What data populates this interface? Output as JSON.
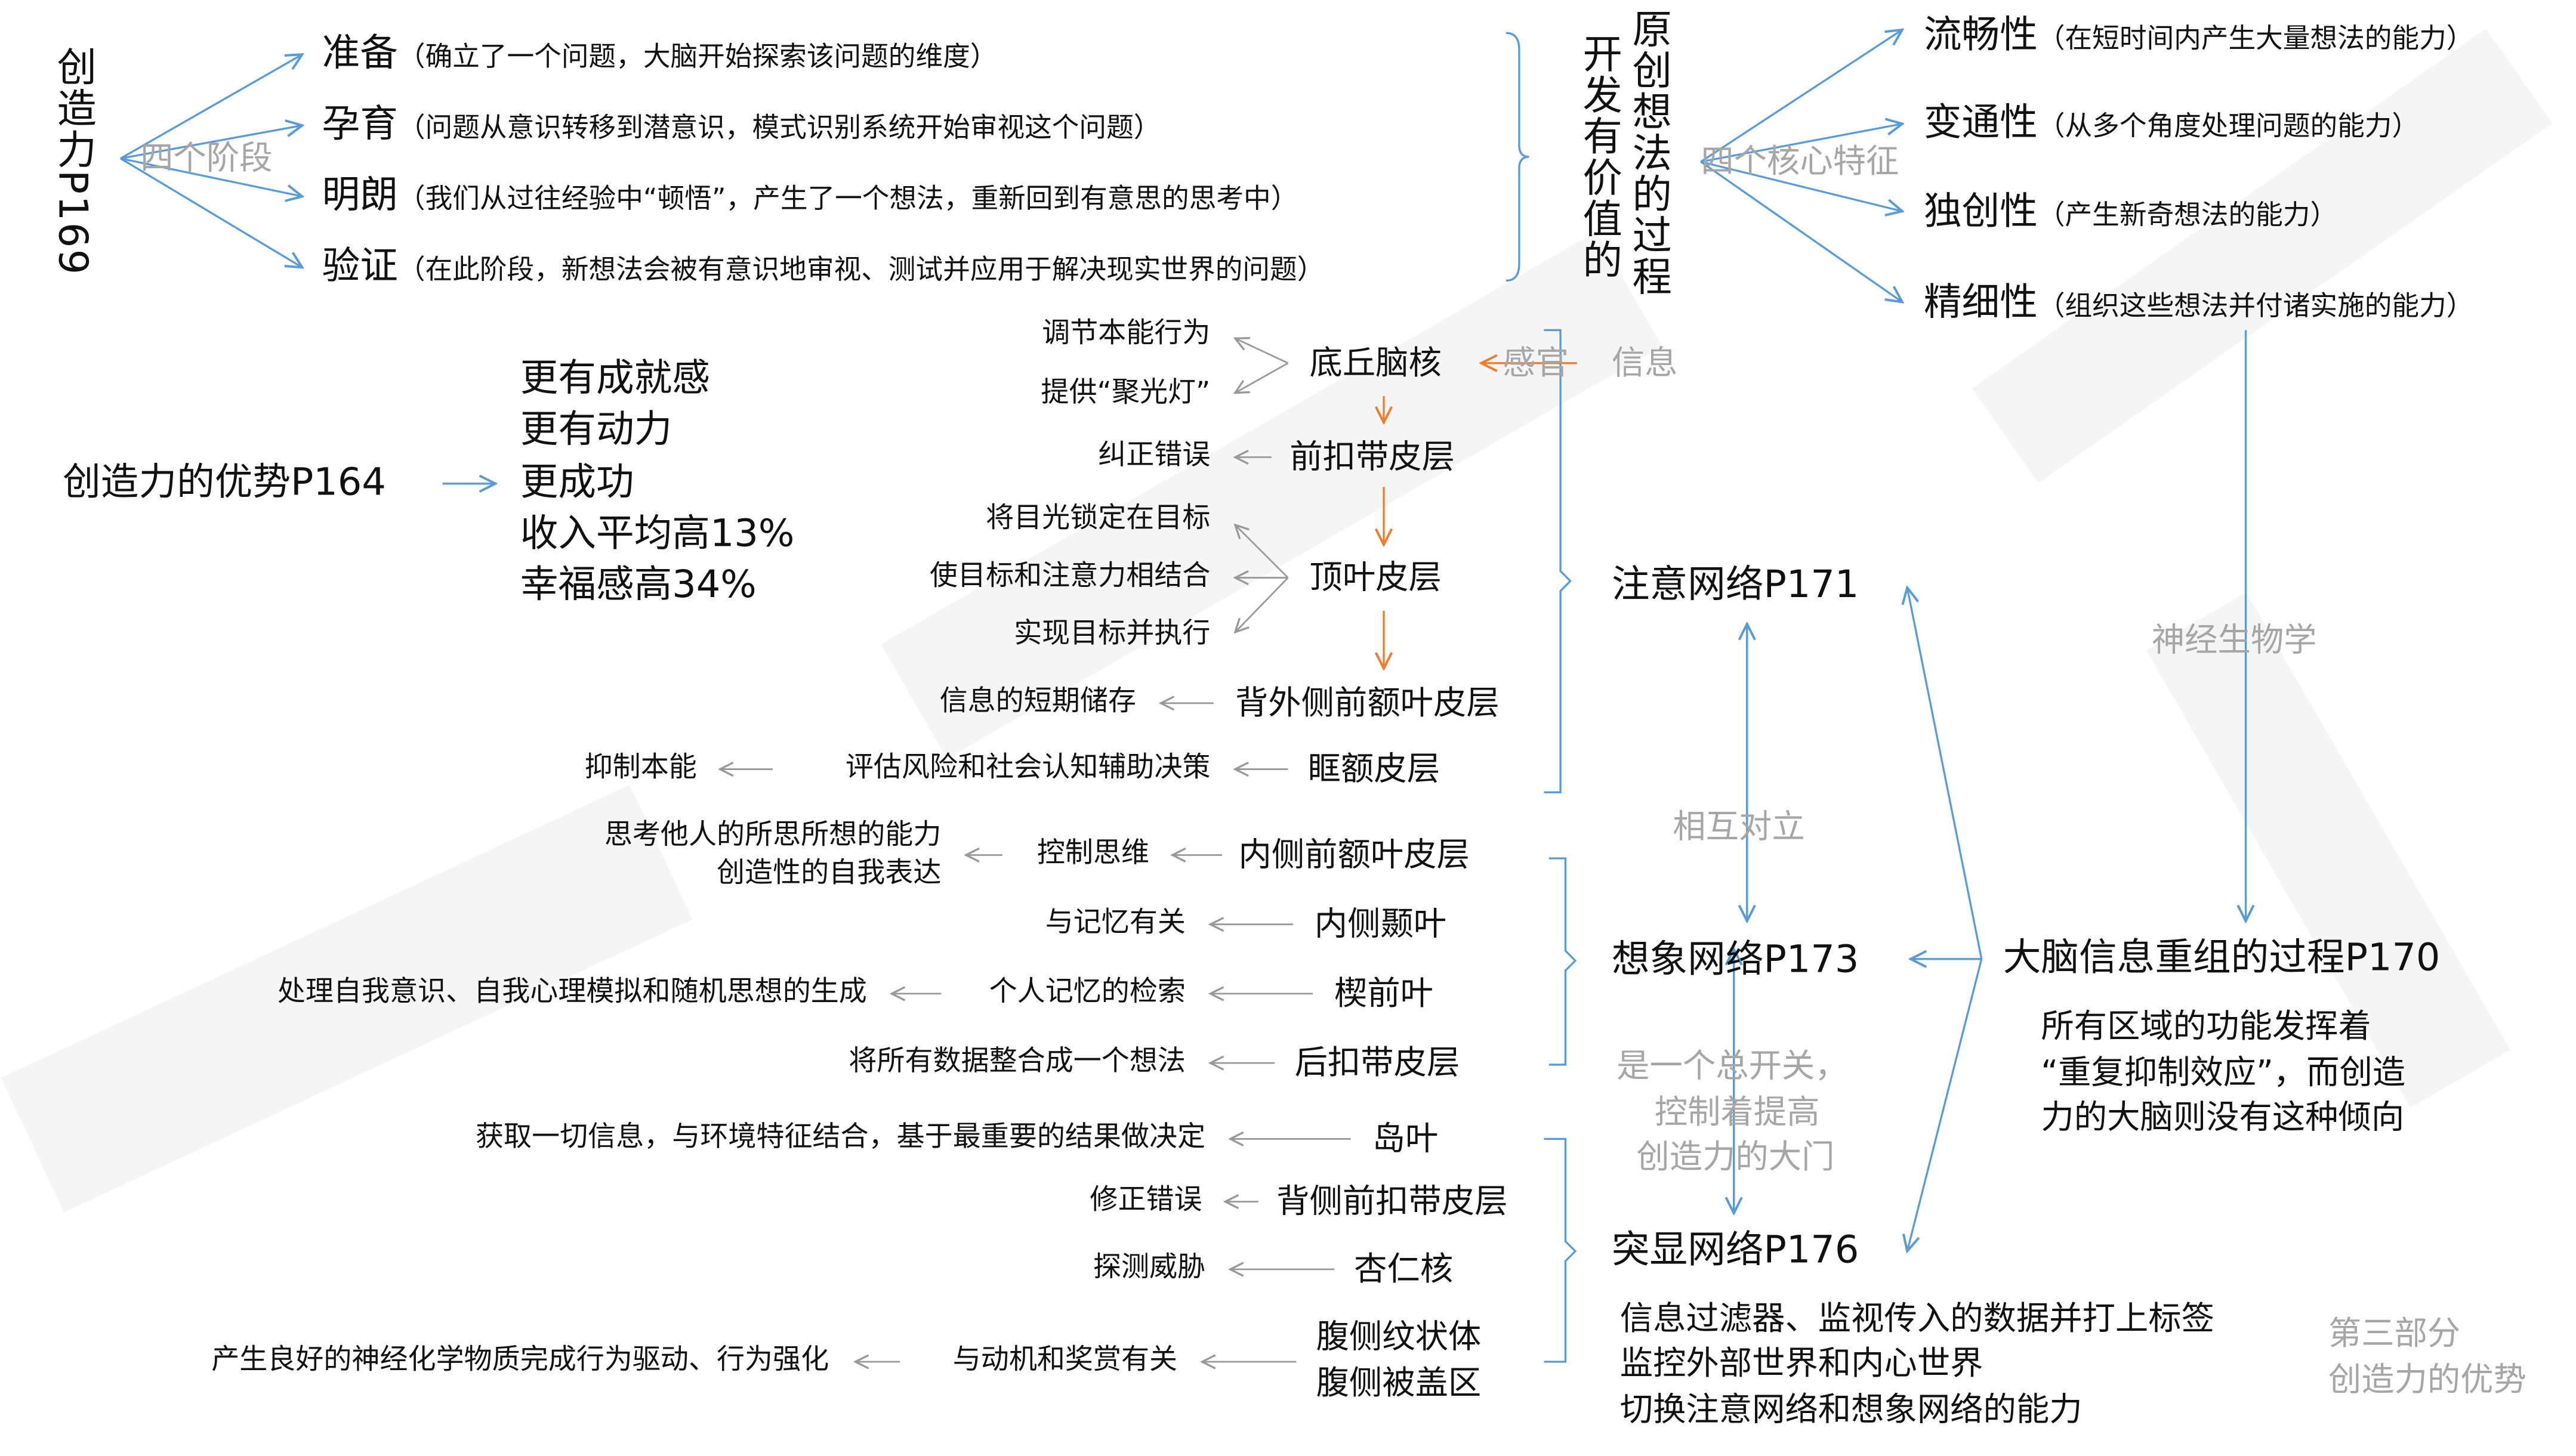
{
  "stages": {
    "root": "创造力P169",
    "label": "四个阶段",
    "items": [
      {
        "name": "准备",
        "desc": "（确立了一个问题，大脑开始探索该问题的维度）"
      },
      {
        "name": "孕育",
        "desc": "（问题从意识转移到潜意识，模式识别系统开始审视这个问题）"
      },
      {
        "name": "明朗",
        "desc": "（我们从过往经验中“顿悟”，产生了一个想法，重新回到有意思的思考中）"
      },
      {
        "name": "验证",
        "desc": "（在此阶段，新想法会被有意识地审视、测试并应用于解决现实世界的问题）"
      }
    ]
  },
  "process": {
    "col1": "开发有价值的",
    "col2": "原创想法的过程",
    "label": "四个核心特征"
  },
  "traits": [
    {
      "name": "流畅性",
      "desc": "（在短时间内产生大量想法的能力）"
    },
    {
      "name": "变通性",
      "desc": "（从多个角度处理问题的能力）"
    },
    {
      "name": "独创性",
      "desc": "（产生新奇想法的能力）"
    },
    {
      "name": "精细性",
      "desc": "（组织这些想法并付诸实施的能力）"
    }
  ],
  "advantages": {
    "root": "创造力的优势P164",
    "items": [
      "更有成就感",
      "更有动力",
      "更成功",
      "收入平均高13%",
      "幸福感高34%"
    ]
  },
  "attention": {
    "title": "注意网络P171",
    "sense": "感官",
    "info": "信息",
    "stn": "底丘脑核",
    "stn_fn": [
      "调节本能行为",
      "提供“聚光灯”"
    ],
    "acc": "前扣带皮层",
    "acc_fn": "纠正错误",
    "parietal": "顶叶皮层",
    "parietal_fn": [
      "将目光锁定在目标",
      "使目标和注意力相结合",
      "实现目标并执行"
    ],
    "dlpfc": "背外侧前额叶皮层",
    "dlpfc_fn": "信息的短期储存",
    "ofc": "眶额皮层",
    "ofc_fn": "评估风险和社会认知辅助决策",
    "ofc_fn2": "抑制本能"
  },
  "imagination": {
    "title": "想象网络P173",
    "mpfc": "内侧前额叶皮层",
    "mpfc_fn": "控制思维",
    "mpfc_fn2": [
      "思考他人的所思所想的能力",
      "创造性的自我表达"
    ],
    "mtl": "内侧颞叶",
    "mtl_fn": "与记忆有关",
    "precuneus": "楔前叶",
    "precuneus_fn": "个人记忆的检索",
    "precuneus_fn2": "处理自我意识、自我心理模拟和随机思想的生成",
    "pcc": "后扣带皮层",
    "pcc_fn": "将所有数据整合成一个想法"
  },
  "salience": {
    "title": "突显网络P176",
    "insula": "岛叶",
    "insula_fn": "获取一切信息，与环境特征结合，基于最重要的结果做决定",
    "dacc": "背侧前扣带皮层",
    "dacc_fn": "修正错误",
    "amygdala": "杏仁核",
    "amygdala_fn": "探测威胁",
    "striatum": [
      "腹侧纹状体",
      "腹侧被盖区"
    ],
    "striatum_fn": "与动机和奖赏有关",
    "striatum_fn2": "产生良好的神经化学物质完成行为驱动、行为强化",
    "desc": [
      "信息过滤器、监视传入的数据并打上标签",
      "监控外部世界和内心世界",
      "切换注意网络和想象网络的能力"
    ]
  },
  "relations": {
    "oppose": "相互对立",
    "switch": [
      "是一个总开关，",
      "控制着提高",
      "创造力的大门"
    ],
    "neuro": "神经生物学"
  },
  "reorg": {
    "title": "大脑信息重组的过程P170",
    "desc": [
      "所有区域的功能发挥着",
      "“重复抑制效应”，而创造",
      "力的大脑则没有这种倾向"
    ]
  },
  "section": [
    "第三部分",
    "创造力的优势"
  ],
  "colors": {
    "arrow": "#5b9bd5",
    "orange": "#ed7d31",
    "gray_text": "#a6a6a6",
    "watermark": "#ececec"
  }
}
